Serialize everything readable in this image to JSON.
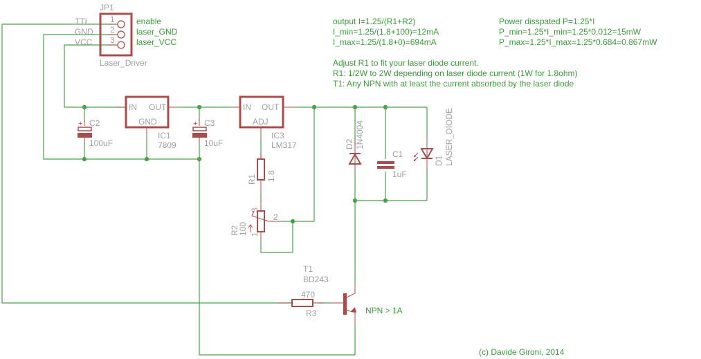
{
  "connector": {
    "name": "JP1",
    "value": "Laser_Driver",
    "pins": [
      {
        "num": "1",
        "left_label": "TTL",
        "right_label": "enable"
      },
      {
        "num": "2",
        "left_label": "GND",
        "right_label": "laser_GND"
      },
      {
        "num": "3",
        "left_label": "VCC",
        "right_label": "laser_VCC"
      }
    ]
  },
  "ic1": {
    "name": "IC1",
    "value": "7809",
    "pin_in": "IN",
    "pin_out": "OUT",
    "pin_gnd": "GND"
  },
  "ic3": {
    "name": "IC3",
    "value": "LM317",
    "pin_in": "IN",
    "pin_out": "OUT",
    "pin_adj": "ADJ"
  },
  "c2": {
    "name": "C2",
    "value": "100uF",
    "polarity": "+"
  },
  "c3": {
    "name": "C3",
    "value": "10uF",
    "polarity": "+"
  },
  "c1": {
    "name": "C1",
    "value": "1uF"
  },
  "r1": {
    "name": "R1",
    "value": "1.8"
  },
  "r2": {
    "name": "R2",
    "value": "100",
    "pin1": "1",
    "pin2": "2",
    "pin3": "3"
  },
  "r3": {
    "name": "R3",
    "value": "470"
  },
  "d2": {
    "name": "D2",
    "value": "1N4004"
  },
  "d1": {
    "name": "D1",
    "value": "LASER_DIODE"
  },
  "t1": {
    "name": "T1",
    "value": "BD243",
    "note": "NPN > 1A"
  },
  "notes": {
    "formula_lines": [
      "output I=1.25/(R1+R2)",
      "I_min=1.25/(1.8+100)=12mA",
      "I_max=1.25/(1.8+0)=694mA"
    ],
    "power_lines": [
      "Power disspated P=1.25*I",
      "P_min=1.25*I_min=1.25*0.012=15mW",
      "P_max=1.25*I_max=1.25*0.684=0.867mW"
    ],
    "advice_lines": [
      "Adjust R1 to fit your laser diode current.",
      "R1: 1/2W to 2W depending on laser diode current (1W for 1.8ohm)",
      "T1: Any NPN with at least the current absorbed by the laser diode"
    ],
    "copyright": "(c) Davide Gironi, 2014"
  },
  "colors": {
    "wire": "#4ea04a",
    "symbol": "#a84c4c",
    "label": "#a0a0a0",
    "note": "#3c9b3c"
  }
}
